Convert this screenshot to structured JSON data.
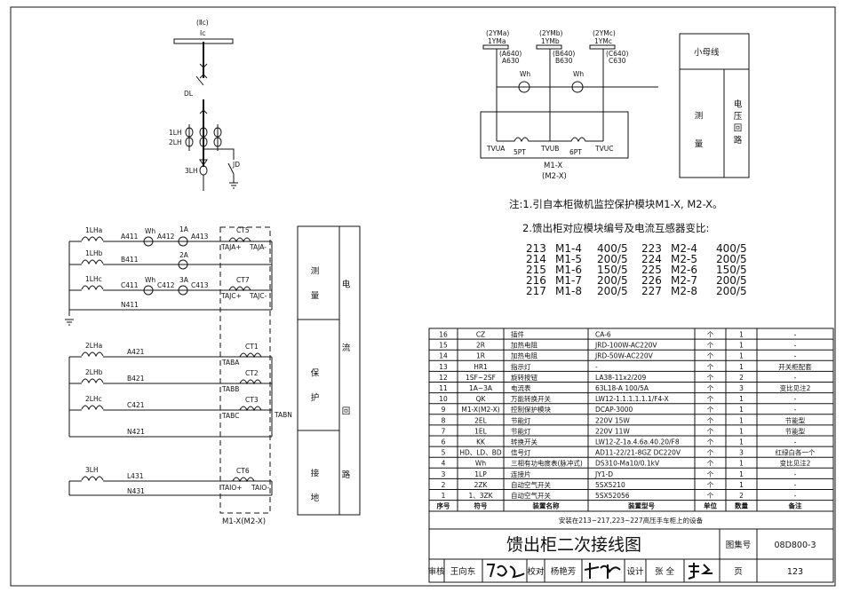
{
  "single_line": {
    "bus_upper": "(Ⅱc)",
    "bus": "Ⅰc",
    "breaker": "DL",
    "ct1": "1LH",
    "ct2": "2LH",
    "ct3": "3LH",
    "earth_switch": "JD"
  },
  "pt_circuit": {
    "buses": [
      {
        "alt": "(2YMa)",
        "name": "1YMa",
        "wire_alt": "(A640)",
        "wire": "A630"
      },
      {
        "alt": "(2YMb)",
        "name": "1YMb",
        "wire_alt": "(B640)",
        "wire": "B630"
      },
      {
        "alt": "(2YMc)",
        "name": "1YMc",
        "wire_alt": "(C640)",
        "wire": "C630"
      }
    ],
    "meter": "Wh",
    "terminals": [
      "TVUA",
      "TVUB",
      "TVUC"
    ],
    "pts": [
      "5PT",
      "6PT"
    ],
    "module": "M1-X",
    "module_alt": "(M2-X)"
  },
  "small_bus_box": {
    "header": "小母线",
    "col1": "测量",
    "col2": "电压回路"
  },
  "notes": {
    "note1": "注:1.引自本柜微机监控保护模块M1-X, M2-X。",
    "note2": "2.馈出柜对应模块编号及电流互感器变比:",
    "rows": [
      [
        "213",
        "M1-4",
        "400/5",
        "223",
        "M2-4",
        "400/5"
      ],
      [
        "214",
        "M1-5",
        "200/5",
        "224",
        "M2-5",
        "200/5"
      ],
      [
        "215",
        "M1-6",
        "150/5",
        "225",
        "M2-6",
        "150/5"
      ],
      [
        "216",
        "M1-7",
        "200/5",
        "226",
        "M2-7",
        "200/5"
      ],
      [
        "217",
        "M1-8",
        "200/5",
        "227",
        "M2-8",
        "200/5"
      ]
    ]
  },
  "measure_circuit": {
    "cts": [
      "1LHa",
      "1LHb",
      "1LHc"
    ],
    "wires": [
      "A411",
      "A412",
      "A413",
      "B411",
      "C411",
      "C412",
      "C413",
      "N411"
    ],
    "meters": [
      "Wh",
      "1A",
      "2A",
      "3A"
    ],
    "ct5": "CT5",
    "ct7": "CT7",
    "ta": [
      "TAJA+",
      "TAJA-",
      "TAJC+",
      "TAJC-"
    ]
  },
  "protect_circuit": {
    "cts": [
      "2LHa",
      "2LHb",
      "2LHc"
    ],
    "wires": [
      "A421",
      "B421",
      "C421",
      "N421"
    ],
    "module_cts": [
      "CT1",
      "CT2",
      "CT3"
    ],
    "ta": [
      "TABA",
      "TABB",
      "TABC",
      "TABN"
    ]
  },
  "earth_circuit": {
    "ct": "3LH",
    "wires": [
      "L431",
      "N431"
    ],
    "module_ct": "CT6",
    "ta": [
      "TAIO+",
      "TAIO-"
    ]
  },
  "module_label": "M1-X(M2-X)",
  "function_box": {
    "measure": "测量",
    "protect": "保护",
    "earth": "接地",
    "side": "电流回路"
  },
  "equipment_table": {
    "headers": [
      "序号",
      "符号",
      "装置名称",
      "装置型号",
      "单位",
      "数量",
      "备注"
    ],
    "rows": [
      [
        "16",
        "CZ",
        "插件",
        "CA-6",
        "个",
        "1",
        "-"
      ],
      [
        "15",
        "2R",
        "加热电阻",
        "JRD-100W-AC220V",
        "个",
        "1",
        "-"
      ],
      [
        "14",
        "1R",
        "加热电阻",
        "JRD-50W-AC220V",
        "个",
        "1",
        "-"
      ],
      [
        "13",
        "HR1",
        "指示灯",
        "-",
        "个",
        "1",
        "开关柜配套"
      ],
      [
        "12",
        "1SF~2SF",
        "旋转按钮",
        "LA38-11x2/209",
        "个",
        "2",
        "-"
      ],
      [
        "11",
        "1A~3A",
        "电流表",
        "63L18-A 100/5A",
        "个",
        "3",
        "变比见注2"
      ],
      [
        "10",
        "QK",
        "万能转换开关",
        "LW12-1.1.1.1.1.1/F4-X",
        "个",
        "1",
        "-"
      ],
      [
        "9",
        "M1-X(M2-X)",
        "控制保护模块",
        "DCAP-3000",
        "个",
        "1",
        "-"
      ],
      [
        "8",
        "2EL",
        "节能灯",
        "220V 15W",
        "个",
        "1",
        "节能型"
      ],
      [
        "7",
        "1EL",
        "节能灯",
        "220V 11W",
        "个",
        "1",
        "节能型"
      ],
      [
        "6",
        "KK",
        "转换开关",
        "LW12-Z-1a.4.6a.40.20/F8",
        "个",
        "1",
        "-"
      ],
      [
        "5",
        "HD、LD、BD",
        "信号灯",
        "AD11-22/21-8GZ DC220V",
        "个",
        "3",
        "红绿白各一个"
      ],
      [
        "4",
        "Wh",
        "三相有功电度表(脉冲式)",
        "DS310-Ma10/0.1kV",
        "个",
        "1",
        "变比见注2"
      ],
      [
        "3",
        "1LP",
        "连接片",
        "JY1-D",
        "个",
        "1",
        "-"
      ],
      [
        "2",
        "2ZK",
        "自动空气开关",
        "5SX5210",
        "个",
        "1",
        "-"
      ],
      [
        "1",
        "1、3ZK",
        "自动空气开关",
        "5SX52056",
        "个",
        "2",
        "-"
      ]
    ],
    "footnote": "安装在213~217,223~227高压手车柜上的设备"
  },
  "title_block": {
    "title": "馈出柜二次接线图",
    "atlas_label": "图集号",
    "atlas_no": "08D800-3",
    "review_label": "审核",
    "reviewer": "王向东",
    "check_label": "校对",
    "checker": "杨艳芳",
    "design_label": "设计",
    "designer": "张 全",
    "page_label": "页",
    "page_no": "123"
  }
}
